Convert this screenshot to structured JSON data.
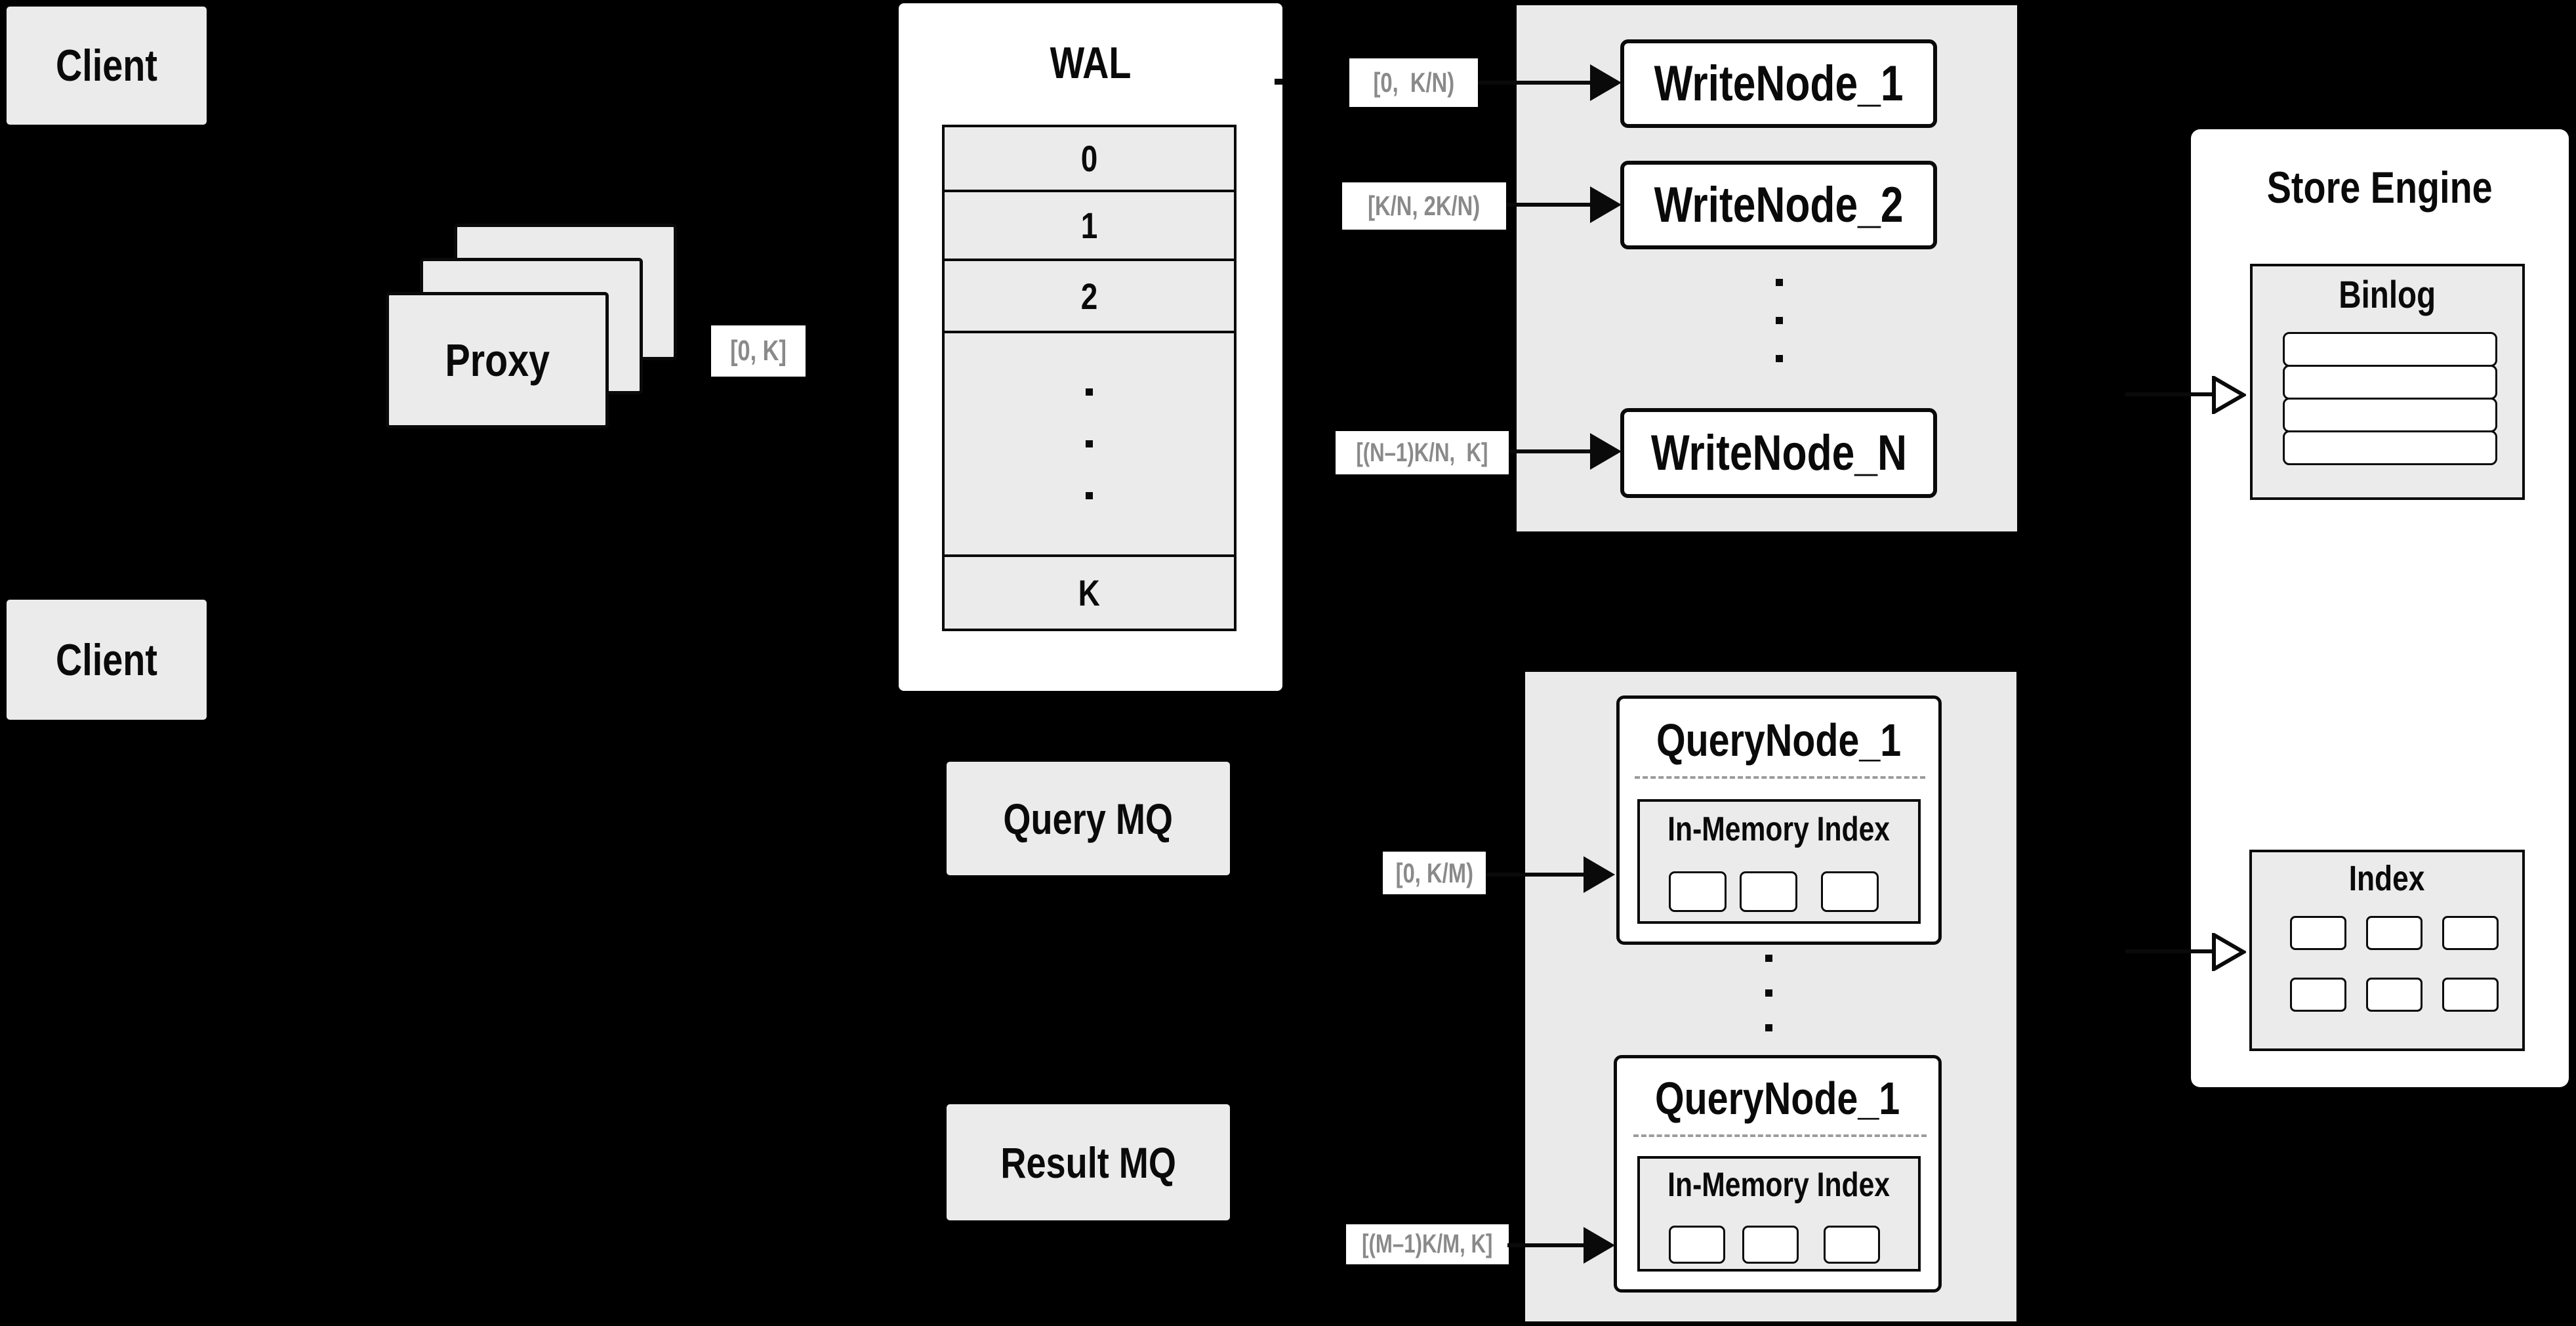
{
  "diagram": {
    "clients": {
      "top": "Client",
      "bottom": "Client"
    },
    "proxy": {
      "label": "Proxy"
    },
    "edge_labels": {
      "proxy_to_wal": "[0, K]",
      "write": [
        "[0,  K/N)",
        "[K/N, 2K/N)",
        "[(N–1)K/N,  K]"
      ],
      "query": [
        "[0, K/M)",
        "[(M–1)K/M, K]"
      ]
    },
    "wal": {
      "title": "WAL",
      "segments": [
        "0",
        "1",
        "2"
      ],
      "last_segment": "K"
    },
    "write_nodes": [
      "WriteNode_1",
      "WriteNode_2",
      "WriteNode_N"
    ],
    "store_engine": {
      "title": "Store Engine",
      "binlog_title": "Binlog",
      "index_title": "Index"
    },
    "mq": {
      "query": "Query MQ",
      "result": "Result MQ"
    },
    "query_nodes": [
      {
        "title": "QueryNode_1",
        "inner_title": "In-Memory Index"
      },
      {
        "title": "QueryNode_1",
        "inner_title": "In-Memory Index"
      }
    ]
  },
  "colors": {
    "background": "#000000",
    "panel_gray": "#eaeaea",
    "box_gray": "#ebebeb",
    "white": "#ffffff",
    "line_black": "#0a0a0a",
    "muted_text": "#8a8a8a",
    "dash_gray": "#9c9c9c"
  }
}
